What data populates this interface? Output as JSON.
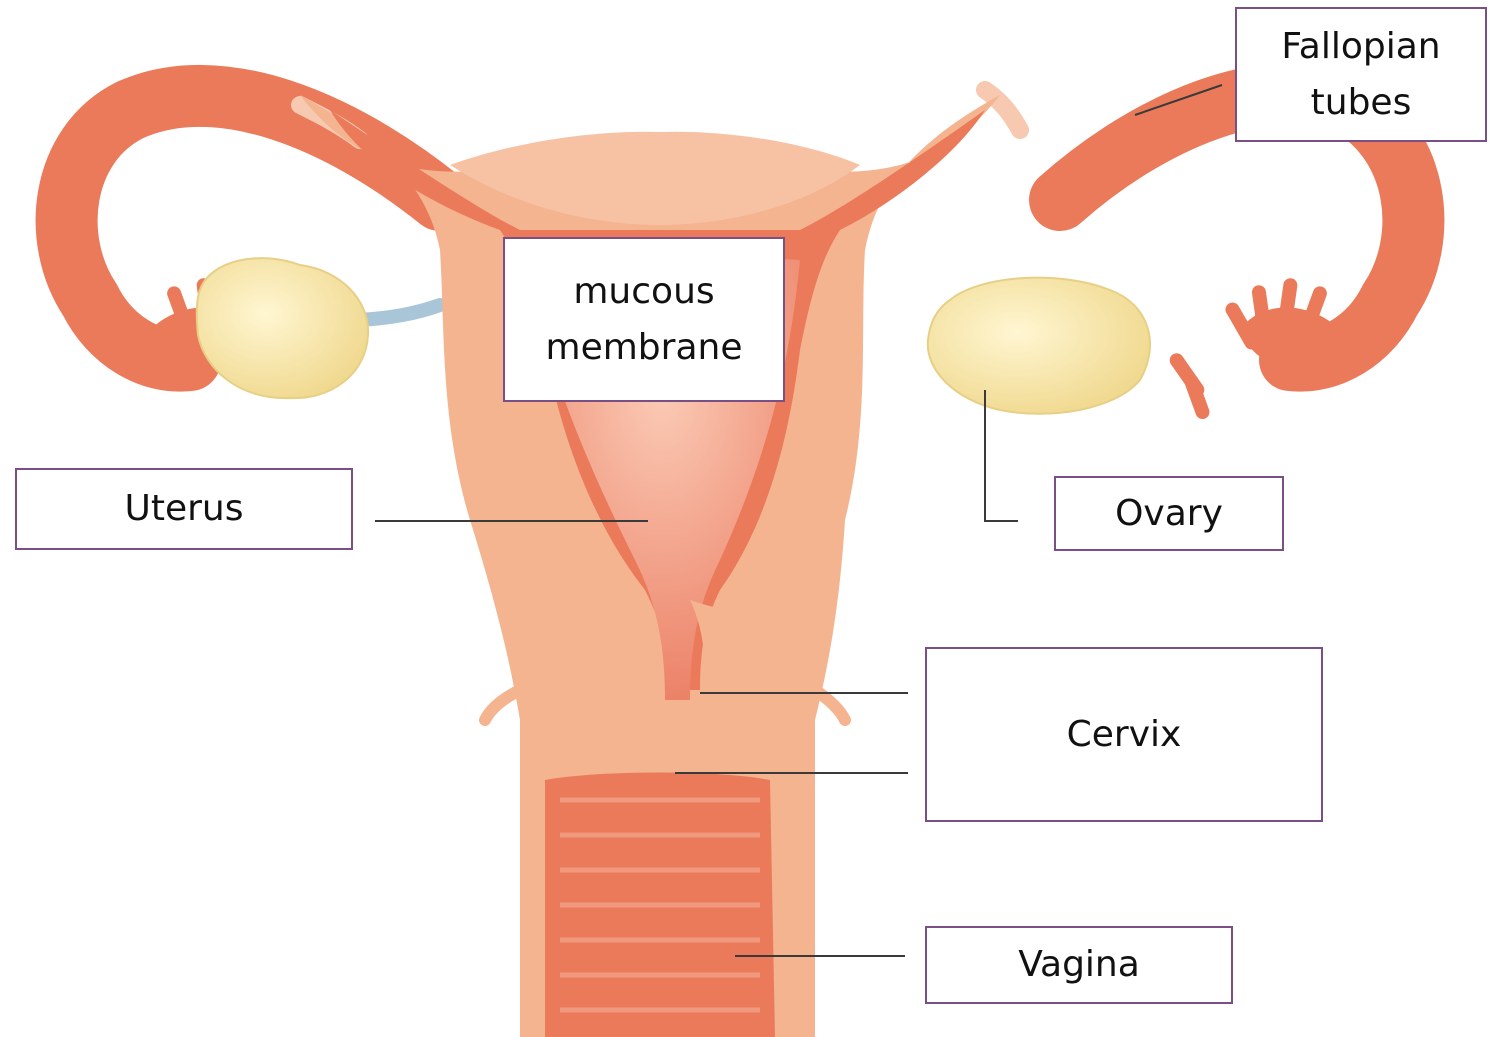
{
  "labels": {
    "fallopian_tubes": "Fallopian\ntubes",
    "mucous_membrane": "mucous\nmembrane",
    "uterus": "Uterus",
    "ovary": "Ovary",
    "cervix": "Cervix",
    "vagina": "Vagina"
  },
  "colors": {
    "box_border": "#7a4f86",
    "leader_line": "#3a3a3a",
    "tissue_light": "#f4b48f",
    "tissue_dark": "#ea7a5a",
    "ovary": "#f6e3a6",
    "ligament": "#a9c6d8"
  }
}
